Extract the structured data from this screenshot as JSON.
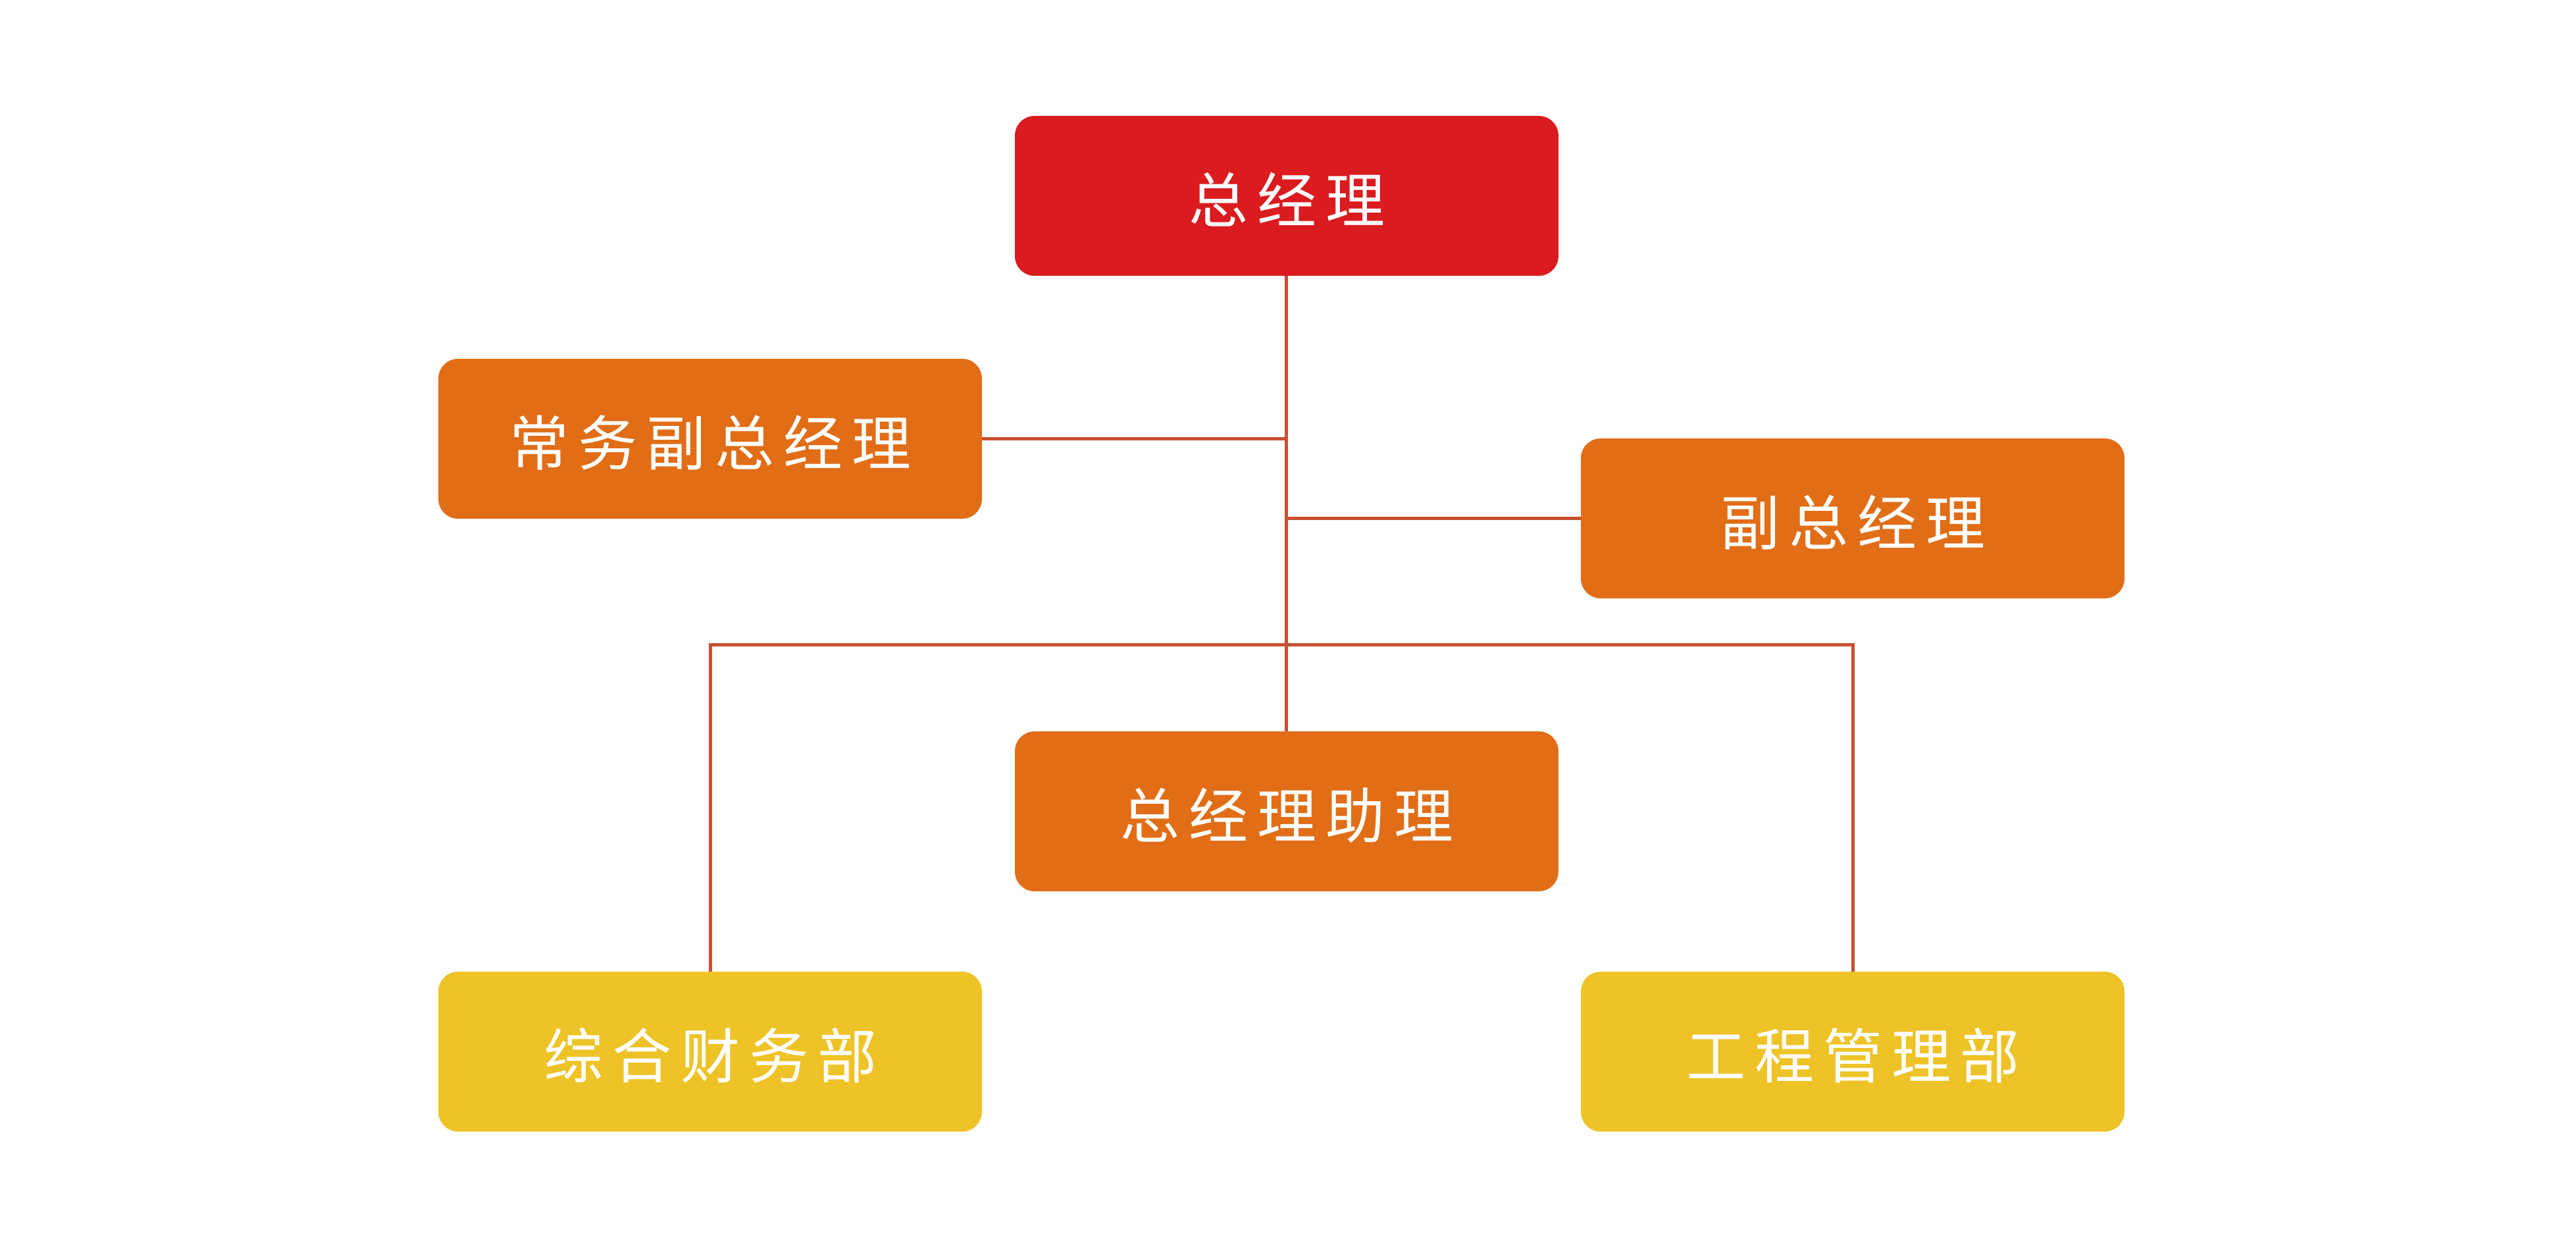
{
  "colors": {
    "background": "#ffffff",
    "node_red": "#da1b1f",
    "node_orange": "#e16d17",
    "node_yellow": "#eec327",
    "connector": "#c85032",
    "text": "#ffffff"
  },
  "diagram": {
    "type": "org-chart",
    "nodes": [
      {
        "id": "general-manager",
        "label": "总经理",
        "level": 1,
        "color_key": "node_red"
      },
      {
        "id": "executive-deputy-general-manager",
        "label": "常务副总经理",
        "level": 2,
        "color_key": "node_orange"
      },
      {
        "id": "deputy-general-manager",
        "label": "副总经理",
        "level": 2,
        "color_key": "node_orange"
      },
      {
        "id": "general-manager-assistant",
        "label": "总经理助理",
        "level": 2,
        "color_key": "node_orange"
      },
      {
        "id": "general-finance-department",
        "label": "综合财务部",
        "level": 3,
        "color_key": "node_yellow"
      },
      {
        "id": "engineering-management-department",
        "label": "工程管理部",
        "level": 3,
        "color_key": "node_yellow"
      }
    ],
    "edges": [
      {
        "from": "general-manager",
        "to": "executive-deputy-general-manager"
      },
      {
        "from": "general-manager",
        "to": "deputy-general-manager"
      },
      {
        "from": "general-manager",
        "to": "general-manager-assistant"
      },
      {
        "from": "general-manager",
        "to": "general-finance-department"
      },
      {
        "from": "general-manager",
        "to": "engineering-management-department"
      }
    ]
  }
}
